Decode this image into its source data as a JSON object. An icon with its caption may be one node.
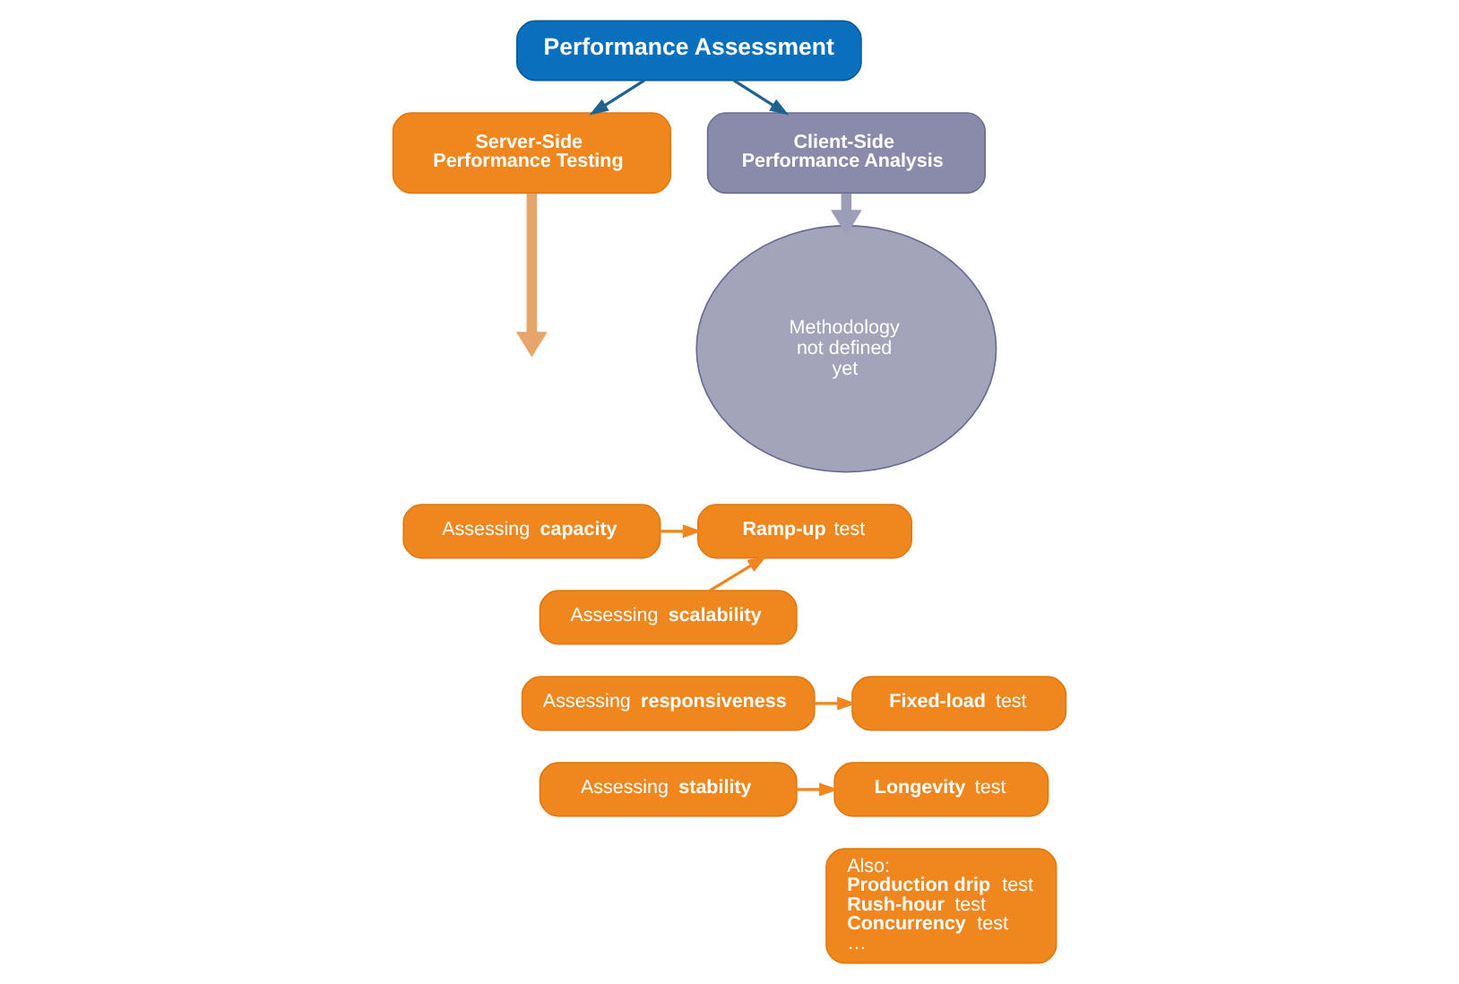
{
  "diagram": {
    "nodes": [
      {
        "text": [
          "Performance Assessment"
        ]
      },
      {
        "text": [
          "Server-Side Performance Testing"
        ]
      },
      {
        "text": [
          "Client-Side Performance Analysis"
        ]
      },
      {
        "text": [
          "Assessing **capacity**"
        ]
      },
      {
        "text": [
          "**Ramp-up** test"
        ]
      },
      {
        "text": [
          "Assessing **scalability**"
        ]
      },
      {
        "text": [
          "Assessing **responsiveness**"
        ]
      },
      {
        "text": [
          "**Fixed-load** test"
        ]
      },
      {
        "text": [
          "Assessing **stability**"
        ]
      },
      {
        "text": [
          "**Longevity** test"
        ]
      },
      {
        "text": [
          "Also:",
          "**Production drip** test",
          "**Rush-hour** test",
          "**Concurrency** test",
          "…"
        ]
      },
      {
        "text": [
          "Methodology not defined yet"
        ]
      }
    ],
    "edges": [
      {
        "from": 0,
        "to": 1,
        "arrow": "to",
        "color": "#1f6391"
      },
      {
        "from": 0,
        "to": 2,
        "arrow": "to",
        "color": "#1f6391"
      },
      {
        "from": 1,
        "to": null,
        "arrow": "to",
        "style": "thick",
        "color": "#e8a56a"
      },
      {
        "from": 2,
        "to": 11,
        "arrow": "to",
        "style": "thick",
        "color": "#9d9db8"
      },
      {
        "from": 3,
        "to": 4,
        "arrow": "to"
      },
      {
        "from": 5,
        "to": 4,
        "arrow": "to"
      },
      {
        "from": 6,
        "to": 7,
        "arrow": "to"
      },
      {
        "from": 8,
        "to": 9,
        "arrow": "to"
      }
    ]
  }
}
